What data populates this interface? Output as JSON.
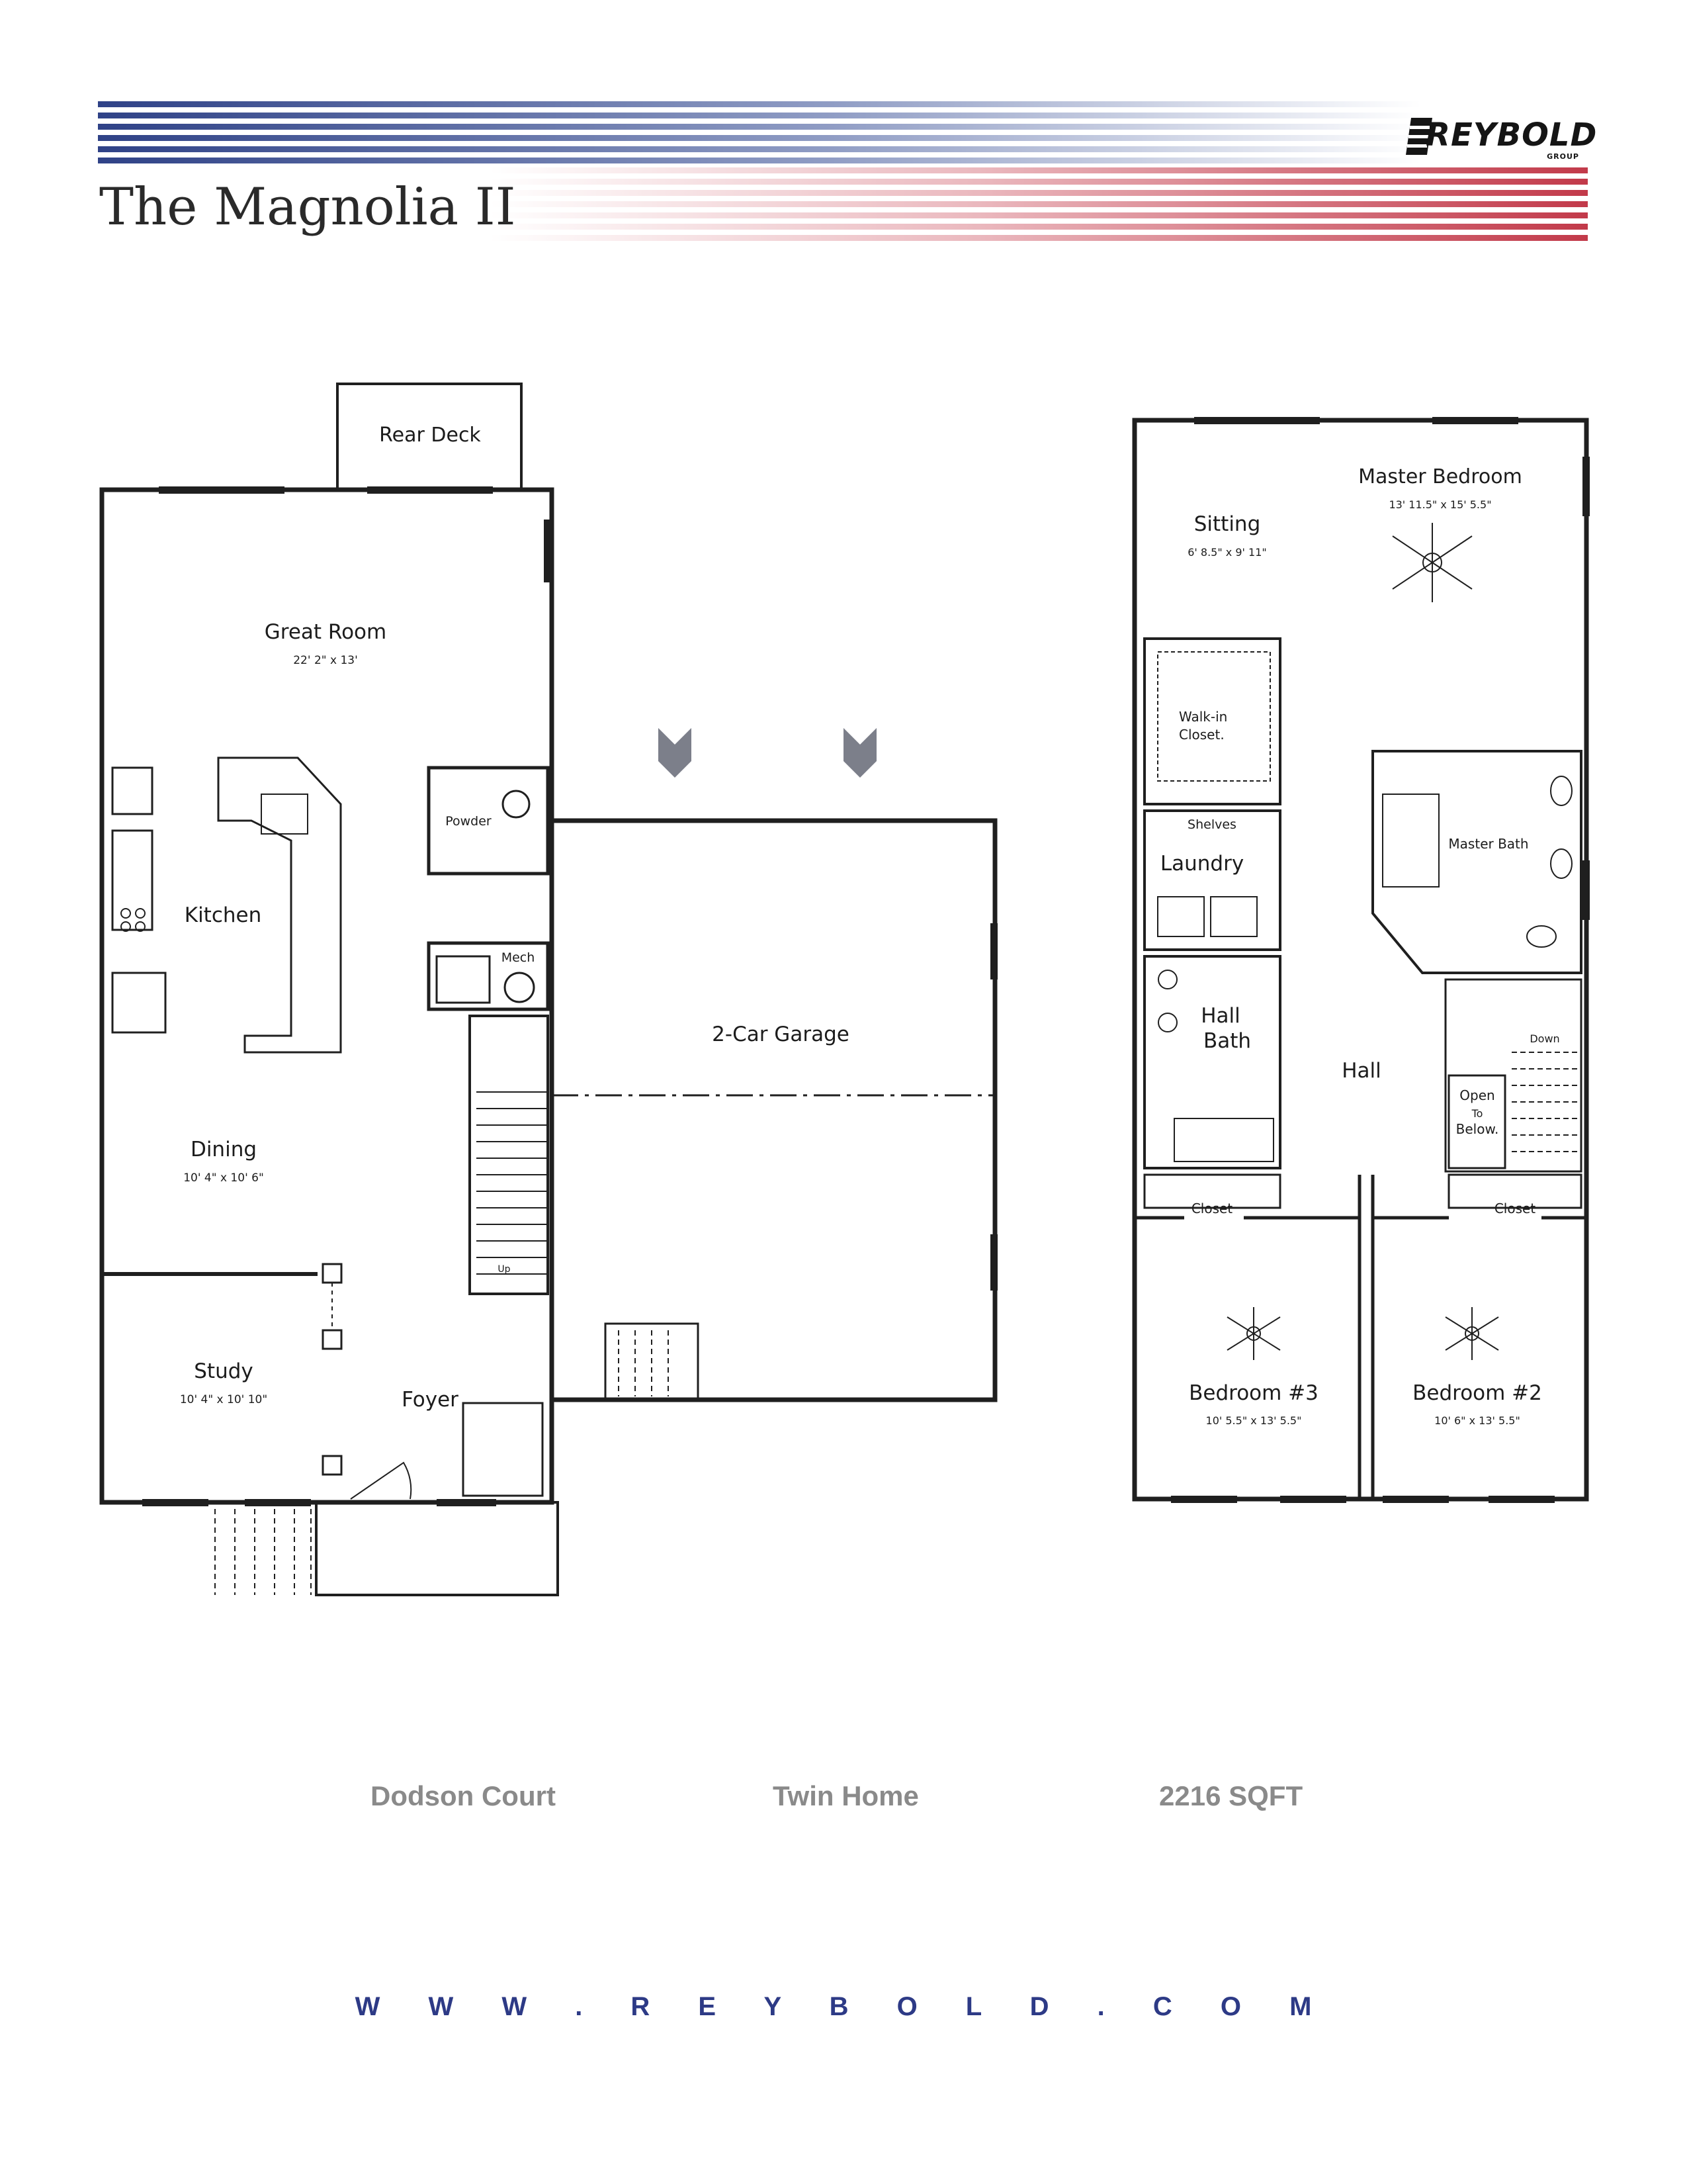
{
  "header": {
    "title": "The Magnolia II",
    "logo_text": "REYBOLD",
    "logo_subtext": "GROUP",
    "colors": {
      "blue": "#2f4287",
      "red": "#c23a4a"
    }
  },
  "first_floor": {
    "rooms": {
      "rear_deck": "Rear Deck",
      "great_room": "Great Room",
      "great_room_dim": "22' 2\" x 13'",
      "kitchen": "Kitchen",
      "powder": "Powder",
      "mech": "Mech",
      "dining": "Dining",
      "dining_dim": "10' 4\" x 10' 6\"",
      "study": "Study",
      "study_dim": "10' 4\" x 10' 10\"",
      "foyer": "Foyer",
      "garage": "2-Car Garage",
      "stair_note": "Up"
    }
  },
  "second_floor": {
    "rooms": {
      "sitting": "Sitting",
      "sitting_dim": "6' 8.5\" x 9' 11\"",
      "master_bedroom": "Master Bedroom",
      "master_bedroom_dim": "13' 11.5\" x 15' 5.5\"",
      "walk_in_line1": "Walk-in",
      "walk_in_line2": "Closet.",
      "shelves": "Shelves",
      "laundry": "Laundry",
      "master_bath": "Master Bath",
      "hall_bath_line1": "Hall",
      "hall_bath_line2": "Bath",
      "hall": "Hall",
      "down": "Down",
      "open_line1": "Open",
      "open_line2": "To",
      "open_line3": "Below.",
      "closet_left": "Closet",
      "closet_right": "Closet",
      "bedroom3": "Bedroom #3",
      "bedroom3_dim": "10' 5.5\" x 13' 5.5\"",
      "bedroom2": "Bedroom #2",
      "bedroom2_dim": "10' 6\" x 13' 5.5\""
    }
  },
  "footer": {
    "community": "Dodson Court",
    "home_type": "Twin Home",
    "square_feet": "2216 SQFT",
    "website": "W W W . R E Y B O L D . C O M"
  }
}
